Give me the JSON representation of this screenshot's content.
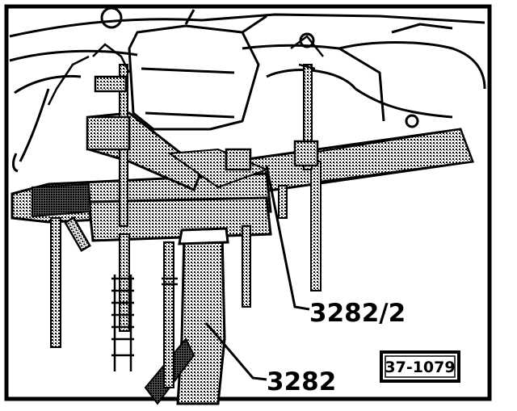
{
  "figure": {
    "part_labels": [
      "3282/2",
      "3282"
    ],
    "figure_number": "37-1079"
  },
  "colors": {
    "ink": "#000000",
    "paper": "#ffffff",
    "stipple": "#8a8a8a"
  }
}
